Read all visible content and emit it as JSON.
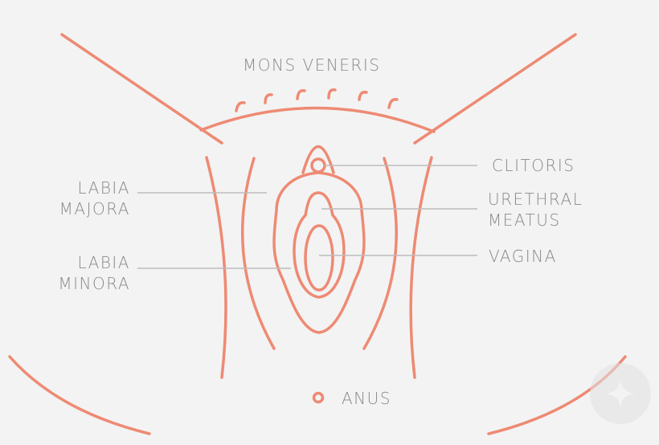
{
  "colors": {
    "background": "#f3f3f3",
    "outline": "#ee8a73",
    "pointer": "#bdbdbd",
    "label": "#8a8a8a",
    "watermark": "#e2e2e2"
  },
  "labels": {
    "mons_veneris": "MONS VENERIS",
    "clitoris": "CLITORIS",
    "urethral_meatus": [
      "URETHRAL",
      "MEATUS"
    ],
    "vagina": "VAGINA",
    "labia_majora": [
      "LABIA",
      "MAJORA"
    ],
    "labia_minora": [
      "LABIA",
      "MINORA"
    ],
    "anus": "ANUS"
  },
  "icons": {
    "watermark": "sparkle-icon"
  }
}
